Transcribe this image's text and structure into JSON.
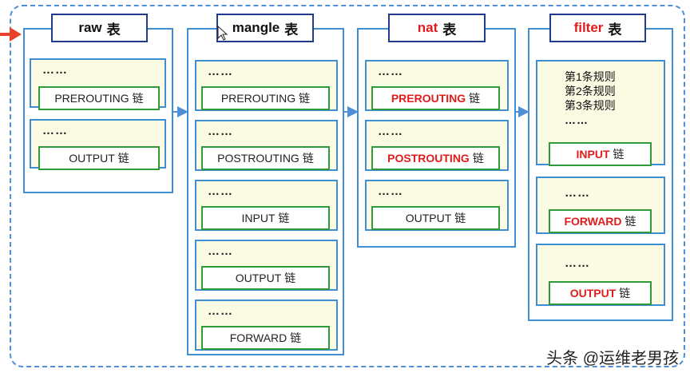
{
  "tables": [
    {
      "id": "raw",
      "name": "raw",
      "suffix": "表",
      "highlight": false,
      "chains": [
        {
          "dots": "……",
          "name": "PREROUTING",
          "suffix": "链",
          "highlight": false
        },
        {
          "dots": "……",
          "name": "OUTPUT",
          "suffix": "链",
          "highlight": false
        }
      ]
    },
    {
      "id": "mangle",
      "name": "mangle",
      "suffix": "表",
      "highlight": false,
      "chains": [
        {
          "dots": "……",
          "name": "PREROUTING",
          "suffix": "链",
          "highlight": false
        },
        {
          "dots": "……",
          "name": "POSTROUTING",
          "suffix": "链",
          "highlight": false
        },
        {
          "dots": "……",
          "name": "INPUT",
          "suffix": "链",
          "highlight": false
        },
        {
          "dots": "……",
          "name": "OUTPUT",
          "suffix": "链",
          "highlight": false
        },
        {
          "dots": "……",
          "name": "FORWARD",
          "suffix": "链",
          "highlight": false
        }
      ]
    },
    {
      "id": "nat",
      "name": "nat",
      "suffix": "表",
      "highlight": true,
      "chains": [
        {
          "dots": "……",
          "name": "PREROUTING",
          "suffix": "链",
          "highlight": true
        },
        {
          "dots": "……",
          "name": "POSTROUTING",
          "suffix": "链",
          "highlight": true
        },
        {
          "dots": "……",
          "name": "OUTPUT",
          "suffix": "链",
          "highlight": false
        }
      ]
    },
    {
      "id": "filter",
      "name": "filter",
      "suffix": "表",
      "highlight": true,
      "chains": [
        {
          "rules": [
            "第1条规则",
            "第2条规则",
            "第3条规则"
          ],
          "dots": "……",
          "name": "INPUT",
          "suffix": "链",
          "highlight": true
        },
        {
          "dots": "……",
          "name": "FORWARD",
          "suffix": "链",
          "highlight": true
        },
        {
          "dots": "……",
          "name": "OUTPUT",
          "suffix": "链",
          "highlight": true
        }
      ]
    }
  ],
  "watermark": "头条 @运维老男孩",
  "colors": {
    "table_border": "#3f8fd2",
    "title_border": "#1f3c8a",
    "chain_fill": "#fbfae3",
    "chain_label_border": "#2e9a3a",
    "highlight_text": "#e01c1c",
    "entry_arrow": "#e8412a",
    "flow_arrow": "#4f8fd8"
  }
}
